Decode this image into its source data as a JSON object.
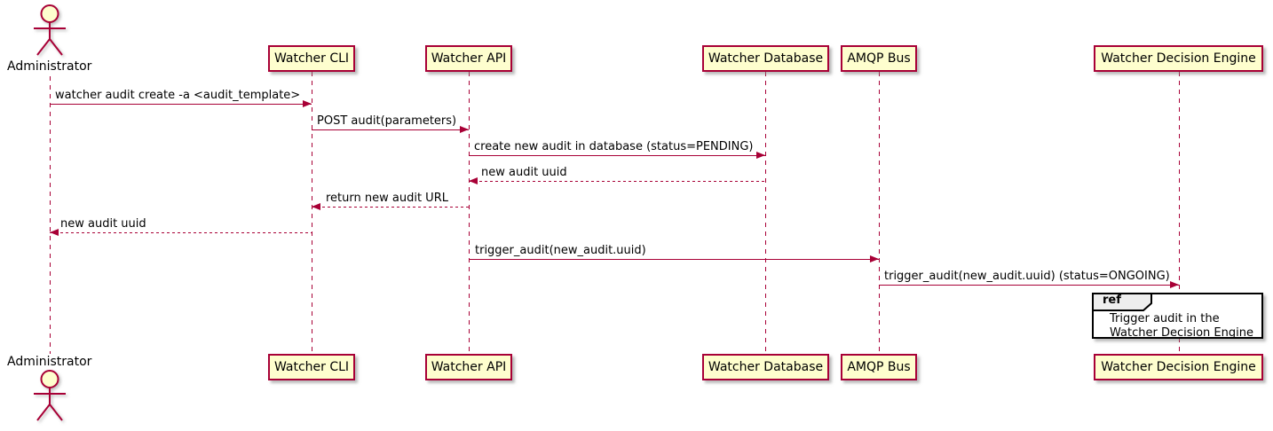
{
  "diagram_type": "uml-sequence-diagram",
  "colors": {
    "line_accent": "#A80036",
    "participant_fill": "#FEFECE",
    "participant_border": "#A80036",
    "ref_border": "#000000",
    "ref_label_fill": "#EEEEEE",
    "text": "#000000",
    "background": "#FFFFFF"
  },
  "participants": [
    {
      "id": "administrator",
      "label": "Administrator",
      "kind": "actor"
    },
    {
      "id": "watcher-cli",
      "label": "Watcher CLI",
      "kind": "participant"
    },
    {
      "id": "watcher-api",
      "label": "Watcher API",
      "kind": "participant"
    },
    {
      "id": "watcher-database",
      "label": "Watcher Database",
      "kind": "participant"
    },
    {
      "id": "amqp-bus",
      "label": "AMQP Bus",
      "kind": "participant"
    },
    {
      "id": "watcher-decision-engine",
      "label": "Watcher Decision Engine",
      "kind": "participant"
    }
  ],
  "messages": [
    {
      "from": "Administrator",
      "to": "Watcher CLI",
      "label": "watcher audit create -a <audit_template>",
      "line": "solid"
    },
    {
      "from": "Watcher CLI",
      "to": "Watcher API",
      "label": "POST audit(parameters)",
      "line": "solid"
    },
    {
      "from": "Watcher API",
      "to": "Watcher Database",
      "label": "create new audit in database (status=PENDING)",
      "line": "solid"
    },
    {
      "from": "Watcher Database",
      "to": "Watcher API",
      "label": "new audit uuid",
      "line": "dotted"
    },
    {
      "from": "Watcher API",
      "to": "Watcher CLI",
      "label": "return new audit URL",
      "line": "dotted"
    },
    {
      "from": "Watcher CLI",
      "to": "Administrator",
      "label": "new audit uuid",
      "line": "dotted"
    },
    {
      "from": "Watcher API",
      "to": "AMQP Bus",
      "label": "trigger_audit(new_audit.uuid)",
      "line": "solid"
    },
    {
      "from": "AMQP Bus",
      "to": "Watcher Decision Engine",
      "label": "trigger_audit(new_audit.uuid) (status=ONGOING)",
      "line": "solid"
    }
  ],
  "ref_fragment": {
    "keyword": "ref",
    "over": "Watcher Decision Engine",
    "lines": [
      "Trigger audit in the",
      "Watcher Decision Engine"
    ]
  }
}
